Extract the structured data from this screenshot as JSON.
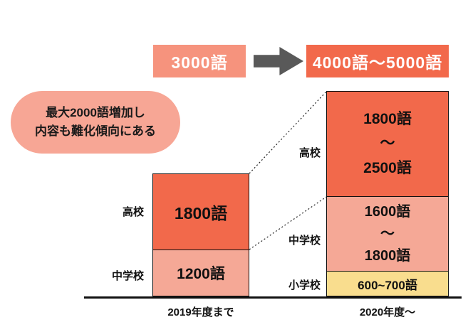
{
  "colors": {
    "dark_orange": "#F2694B",
    "salmon": "#F5A896",
    "before_box_salmon": "#F6937D",
    "bubble_salmon": "#F7A695",
    "yellow": "#F9DD8E",
    "arrow_gray": "#595959",
    "text": "#111111"
  },
  "header": {
    "before_total": "3000語",
    "after_total": "4000語〜5000語"
  },
  "annotation": {
    "line1": "最大2000語増加し",
    "line2": "内容も難化傾向にある"
  },
  "bars": {
    "before": {
      "axis_label": "2019年度まで",
      "blocks": [
        {
          "label": "高校",
          "value": "1800語"
        },
        {
          "label": "中学校",
          "value": "1200語"
        }
      ]
    },
    "after": {
      "axis_label": "2020年度〜",
      "blocks": [
        {
          "label": "高校",
          "lines": [
            "1800語",
            "〜",
            "2500語"
          ]
        },
        {
          "label": "中学校",
          "lines": [
            "1600語",
            "〜",
            "1800語"
          ]
        },
        {
          "label": "小学校",
          "value": "600~700語"
        }
      ]
    }
  },
  "chart_data": {
    "type": "bar",
    "subtype": "stacked-comparison",
    "categories": [
      "2019年度まで",
      "2020年度〜"
    ],
    "series": [
      {
        "name": "小学校",
        "word_range": [
          null,
          [
            600,
            700
          ]
        ],
        "color": "#F9DD8E"
      },
      {
        "name": "中学校",
        "word_range": [
          [
            1200,
            1200
          ],
          [
            1600,
            1800
          ]
        ],
        "color": "#F5A896"
      },
      {
        "name": "高校",
        "word_range": [
          [
            1800,
            1800
          ],
          [
            1800,
            2500
          ]
        ],
        "color": "#F2694B"
      }
    ],
    "totals": [
      "3000語",
      "4000語〜5000語"
    ],
    "annotation": "最大2000語増加し内容も難化傾向にある",
    "legend_position": "none",
    "grid": false
  }
}
